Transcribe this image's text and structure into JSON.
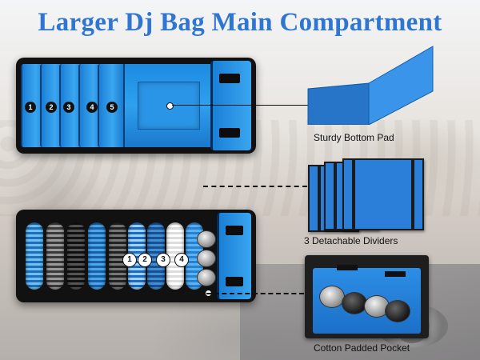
{
  "title": "Larger Dj Bag Main Compartment",
  "top_bag": {
    "divider_numbers": [
      "1",
      "2",
      "3",
      "4",
      "5"
    ]
  },
  "bottom_bag": {
    "compartment_numbers": [
      "1",
      "2",
      "3",
      "4"
    ]
  },
  "callouts": {
    "bottom_pad": "Sturdy Bottom Pad",
    "dividers": "3 Detachable Dividers",
    "pocket": "Cotton Padded Pocket"
  },
  "colors": {
    "title": "#2f76d3",
    "bag_blue": "#2f9ee9",
    "bag_black": "#111111"
  }
}
